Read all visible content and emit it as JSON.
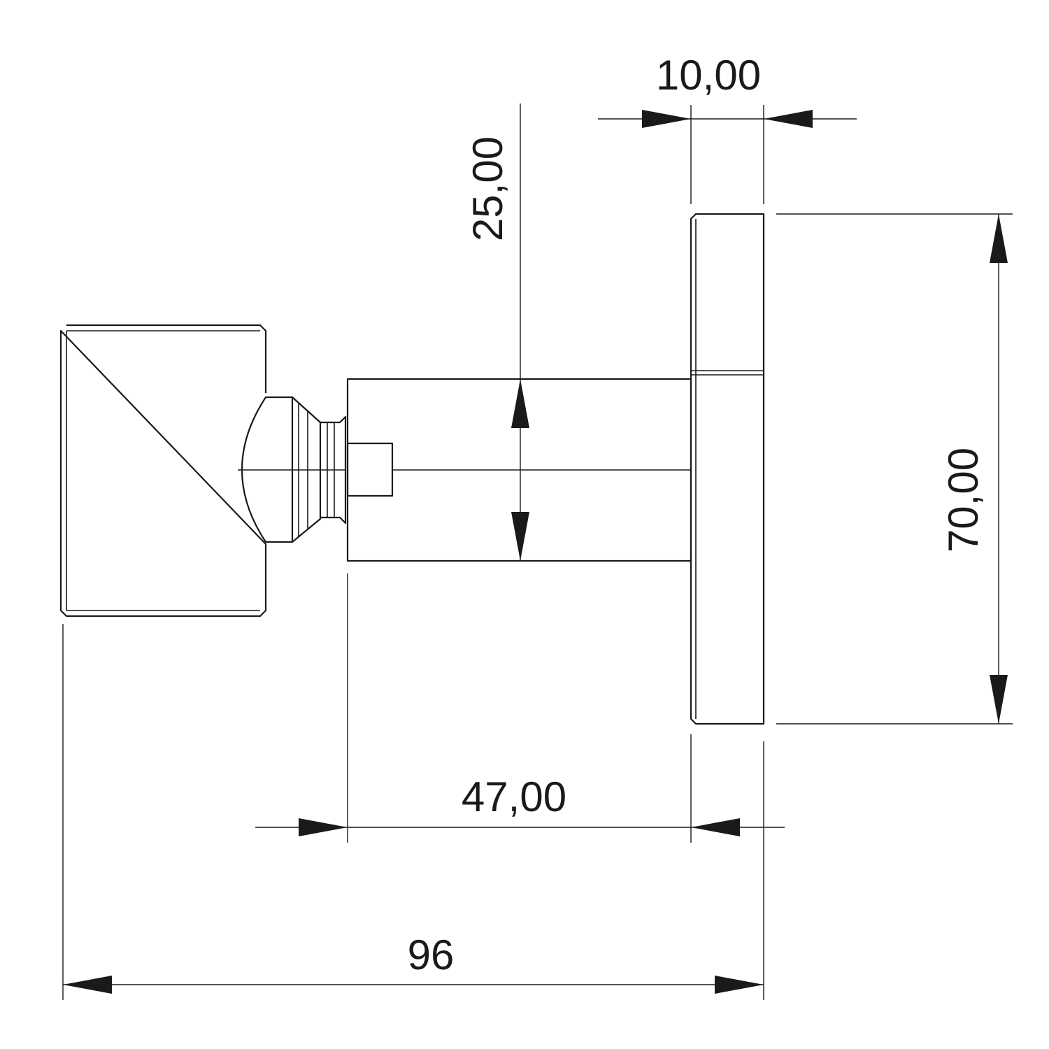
{
  "dimensions": {
    "flange_thickness": "10,00",
    "projection": "25,00",
    "flange_diameter": "70,00",
    "cylinder_length": "47,00",
    "overall_length": "96"
  }
}
